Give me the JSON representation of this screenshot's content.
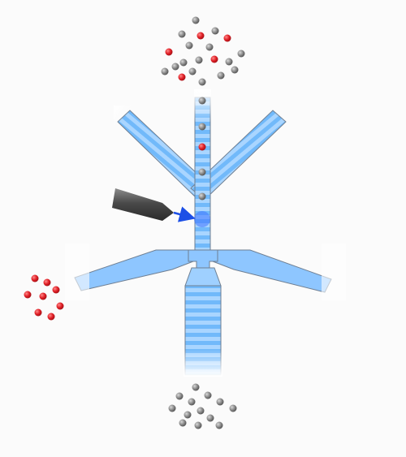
{
  "diagram": {
    "kind": "microfluidic-sorting-chip",
    "text_labels": [],
    "colors": {
      "background": "#fbfbfb",
      "channel_fill": "#a8d4ff",
      "channel_band": "#5fb0f8",
      "channel_edge": "#6f7f92",
      "target_particle": "#e01f26",
      "other_particle": "#8a8a8a",
      "probe_body": "#4a4a4a",
      "arrow": "#1c4fe6",
      "detection_spot": "#3f74ff"
    },
    "icons": {
      "probe": "probe-needle-icon",
      "arrow": "arrow-right-icon"
    },
    "particle_groups": {
      "inlet_mixed": {
        "red_count": 6,
        "gray_count": 14
      },
      "channel_single_file": {
        "red_count": 1,
        "gray_count": 4
      },
      "left_outlet_collected": {
        "red_count": 8,
        "gray_count": 0
      },
      "bottom_outlet_collected": {
        "red_count": 0,
        "gray_count": 13
      }
    }
  }
}
